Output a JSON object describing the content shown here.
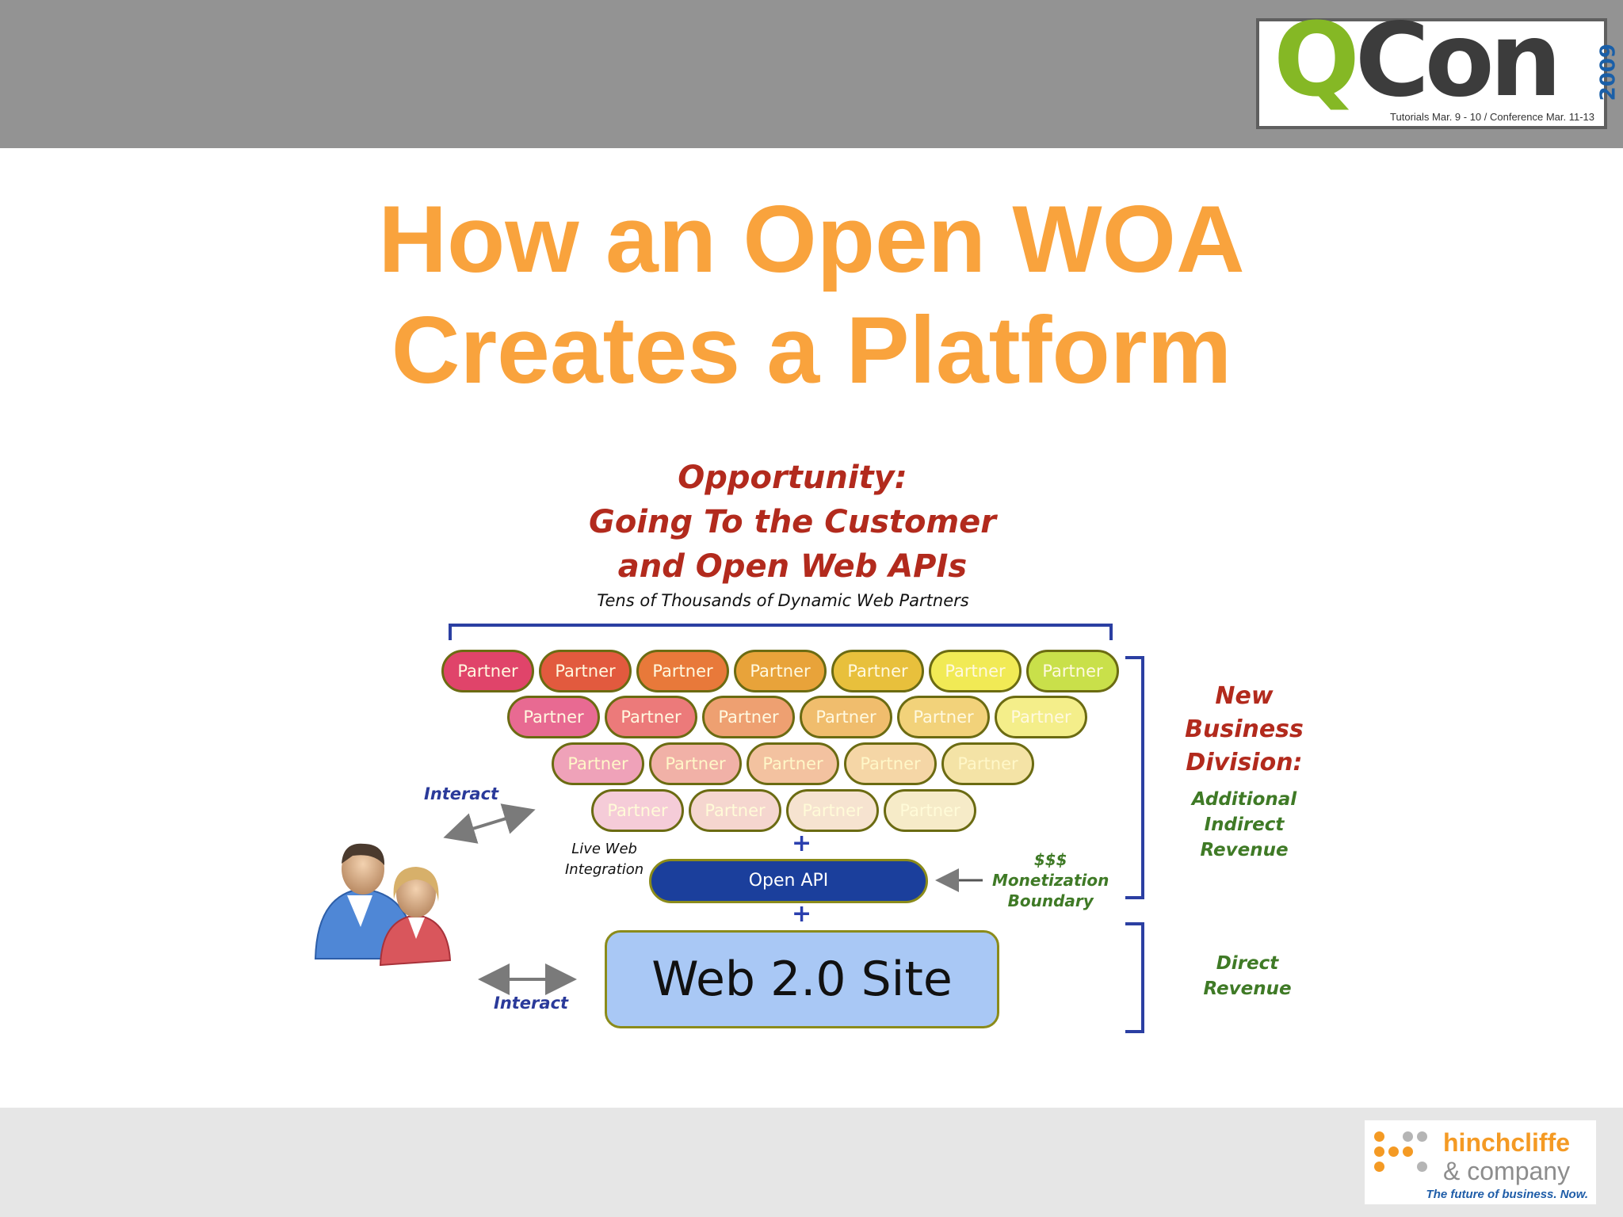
{
  "header": {
    "qcon_logo": {
      "word_q": "Q",
      "word_con": "Con",
      "year": "2009",
      "dates": "Tutorials Mar. 9 - 10  /  Conference Mar. 11-13"
    }
  },
  "slide": {
    "title_line1": "How an Open WOA",
    "title_line2": "Creates a Platform"
  },
  "diagram": {
    "opportunity_line1": "Opportunity:",
    "opportunity_line2": "Going To the Customer",
    "opportunity_line3": "and Open Web APIs",
    "partners_caption": "Tens of Thousands of Dynamic Web Partners",
    "partner_label": "Partner",
    "partner_rows": [
      [
        "Partner",
        "Partner",
        "Partner",
        "Partner",
        "Partner",
        "Partner",
        "Partner"
      ],
      [
        "Partner",
        "Partner",
        "Partner",
        "Partner",
        "Partner",
        "Partner"
      ],
      [
        "Partner",
        "Partner",
        "Partner",
        "Partner",
        "Partner"
      ],
      [
        "Partner",
        "Partner",
        "Partner",
        "Partner"
      ]
    ],
    "open_api": "Open API",
    "web_site": "Web 2.0 Site",
    "interact_top": "Interact",
    "interact_bottom": "Interact",
    "live_web_line1": "Live Web",
    "live_web_line2": "Integration",
    "monetization_line1": "$$$",
    "monetization_line2": "Monetization",
    "monetization_line3": "Boundary",
    "new_business_line1": "New",
    "new_business_line2": "Business",
    "new_business_line3": "Division:",
    "indirect_line1": "Additional",
    "indirect_line2": "Indirect",
    "indirect_line3": "Revenue",
    "direct_line1": "Direct",
    "direct_line2": "Revenue",
    "plus_sign": "+"
  },
  "footer": {
    "company_line1": "hinchcliffe",
    "company_line2": "& company",
    "tagline": "The future of business. Now."
  },
  "colors": {
    "title": "#f9a33d",
    "header_bar": "#939393",
    "footer_bar": "#e6e6e6",
    "open_api_fill": "#1b3f9c",
    "web_site_fill": "#a9c8f5"
  }
}
